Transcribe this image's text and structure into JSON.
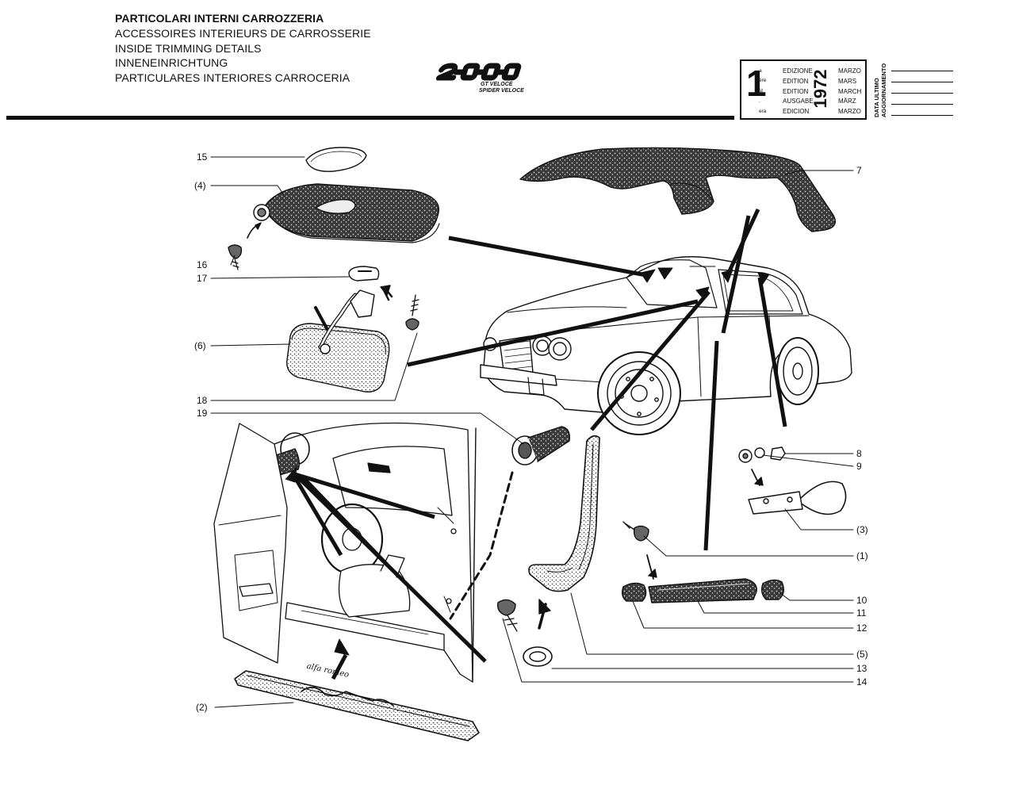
{
  "header": {
    "titles": [
      "PARTICOLARI INTERNI CARROZZERIA",
      "ACCESSOIRES INTERIEURS DE CARROSSERIE",
      "INSIDE TRIMMING DETAILS",
      "INNENEINRICHTUNG",
      "PARTICULARES INTERIORES CARROCERIA"
    ],
    "model": {
      "logo_text": "2000",
      "variants": [
        "GT VELOCE",
        "SPIDER VELOCE"
      ]
    },
    "edition": {
      "number": "1",
      "suffixes": [
        "a",
        "ére",
        "st",
        ".",
        "era"
      ],
      "labels": [
        "EDIZIONE",
        "EDITION",
        "EDITION",
        "AUSGABE",
        "EDICION"
      ],
      "year": "1972",
      "months": [
        "MARZO",
        "MARS",
        "MARCH",
        "MÄRZ",
        "MARZO"
      ]
    },
    "update_labels": [
      "DATA ULTIMO",
      "AGGIORNAMENTO"
    ]
  },
  "callouts_left": [
    "15",
    "(4)",
    "16",
    "17",
    "(6)",
    "18",
    "19",
    "(2)"
  ],
  "callouts_right": [
    "7",
    "8",
    "9",
    "(3)",
    "(1)",
    "10",
    "11",
    "12",
    "(5)",
    "13",
    "14"
  ],
  "door_script": "alfa romeo",
  "colors": {
    "ink": "#111111",
    "paper": "#ffffff",
    "trim_fill": "#555555"
  }
}
